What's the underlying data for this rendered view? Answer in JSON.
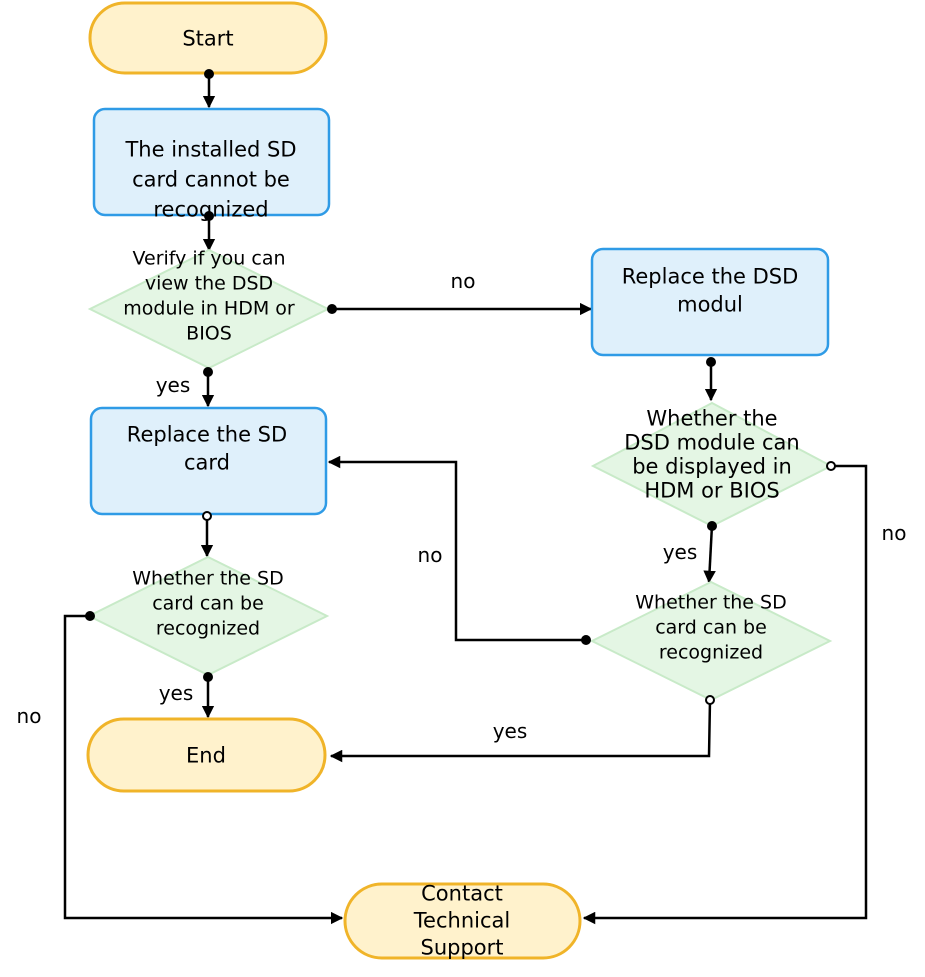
{
  "nodes": {
    "start": [
      "Start"
    ],
    "sd_not_recognized": [
      "The installed SD",
      "card cannot be",
      "recognized"
    ],
    "verify_dsd": [
      "Verify if you can",
      "view the DSD",
      "module in HDM or",
      "BIOS"
    ],
    "replace_dsd": [
      "Replace the DSD",
      "modul"
    ],
    "replace_sd": [
      "Replace the SD",
      "card"
    ],
    "dsd_displayed": [
      "Whether the",
      "DSD module can",
      "be displayed in",
      "HDM or BIOS"
    ],
    "sd_recognized_left": [
      "Whether the SD",
      "card can be",
      "recognized"
    ],
    "sd_recognized_right": [
      "Whether the SD",
      "card can be",
      "recognized"
    ],
    "end": [
      "End"
    ],
    "contact_support": [
      "Contact",
      "Technical",
      "Support"
    ]
  },
  "edge_labels": {
    "verify_no": "no",
    "verify_yes": "yes",
    "dsd_displayed_yes": "yes",
    "dsd_displayed_no": "no",
    "right_sd_no": "no",
    "right_sd_yes": "yes",
    "left_sd_yes": "yes",
    "left_sd_no": "no"
  }
}
